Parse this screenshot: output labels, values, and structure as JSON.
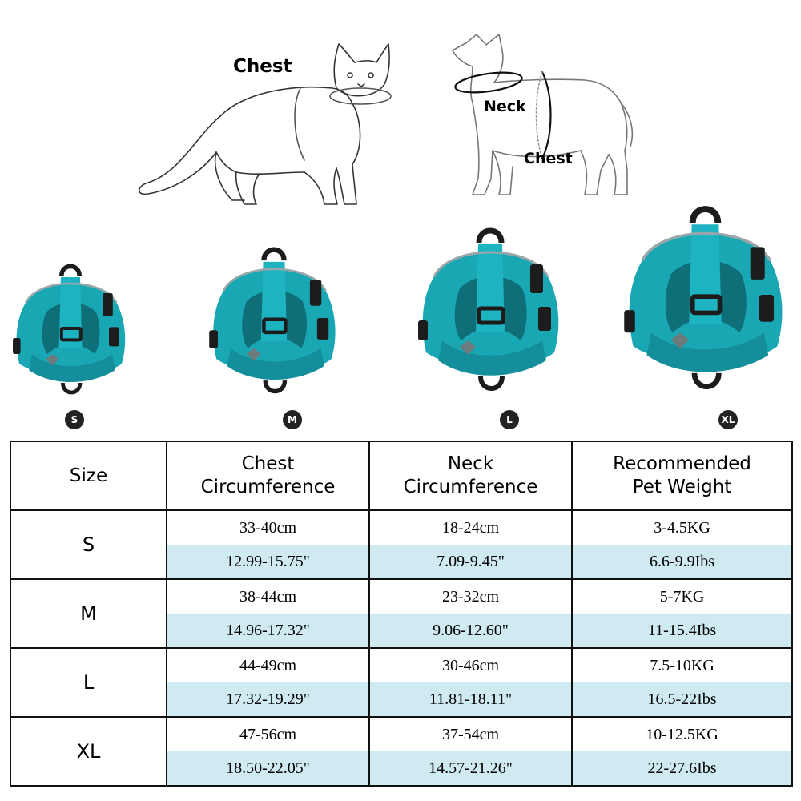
{
  "diagram": {
    "cat_chest_label": "Chest",
    "dog_neck_label": "Neck",
    "dog_chest_label": "Chest"
  },
  "harness_sizes": [
    "S",
    "M",
    "L",
    "XL"
  ],
  "colors": {
    "harness_teal": "#1aa7b4",
    "harness_dark": "#117e8a",
    "row_highlight": "#cfeaf0",
    "badge": "#222222"
  },
  "table": {
    "headers": [
      "Size",
      "Chest\nCircumference",
      "Neck\nCircumference",
      "Recommended\nPet Weight"
    ],
    "rows": [
      {
        "size": "S",
        "chest": [
          "33-40cm",
          "12.99-15.75\""
        ],
        "neck": [
          "18-24cm",
          "7.09-9.45\""
        ],
        "weight": [
          "3-4.5KG",
          "6.6-9.9Ibs"
        ]
      },
      {
        "size": "M",
        "chest": [
          "38-44cm",
          "14.96-17.32\""
        ],
        "neck": [
          "23-32cm",
          "9.06-12.60\""
        ],
        "weight": [
          "5-7KG",
          "11-15.4Ibs"
        ]
      },
      {
        "size": "L",
        "chest": [
          "44-49cm",
          "17.32-19.29\""
        ],
        "neck": [
          "30-46cm",
          "11.81-18.11\""
        ],
        "weight": [
          "7.5-10KG",
          "16.5-22Ibs"
        ]
      },
      {
        "size": "XL",
        "chest": [
          "47-56cm",
          "18.50-22.05\""
        ],
        "neck": [
          "37-54cm",
          "14.57-21.26\""
        ],
        "weight": [
          "10-12.5KG",
          "22-27.6Ibs"
        ]
      }
    ]
  }
}
